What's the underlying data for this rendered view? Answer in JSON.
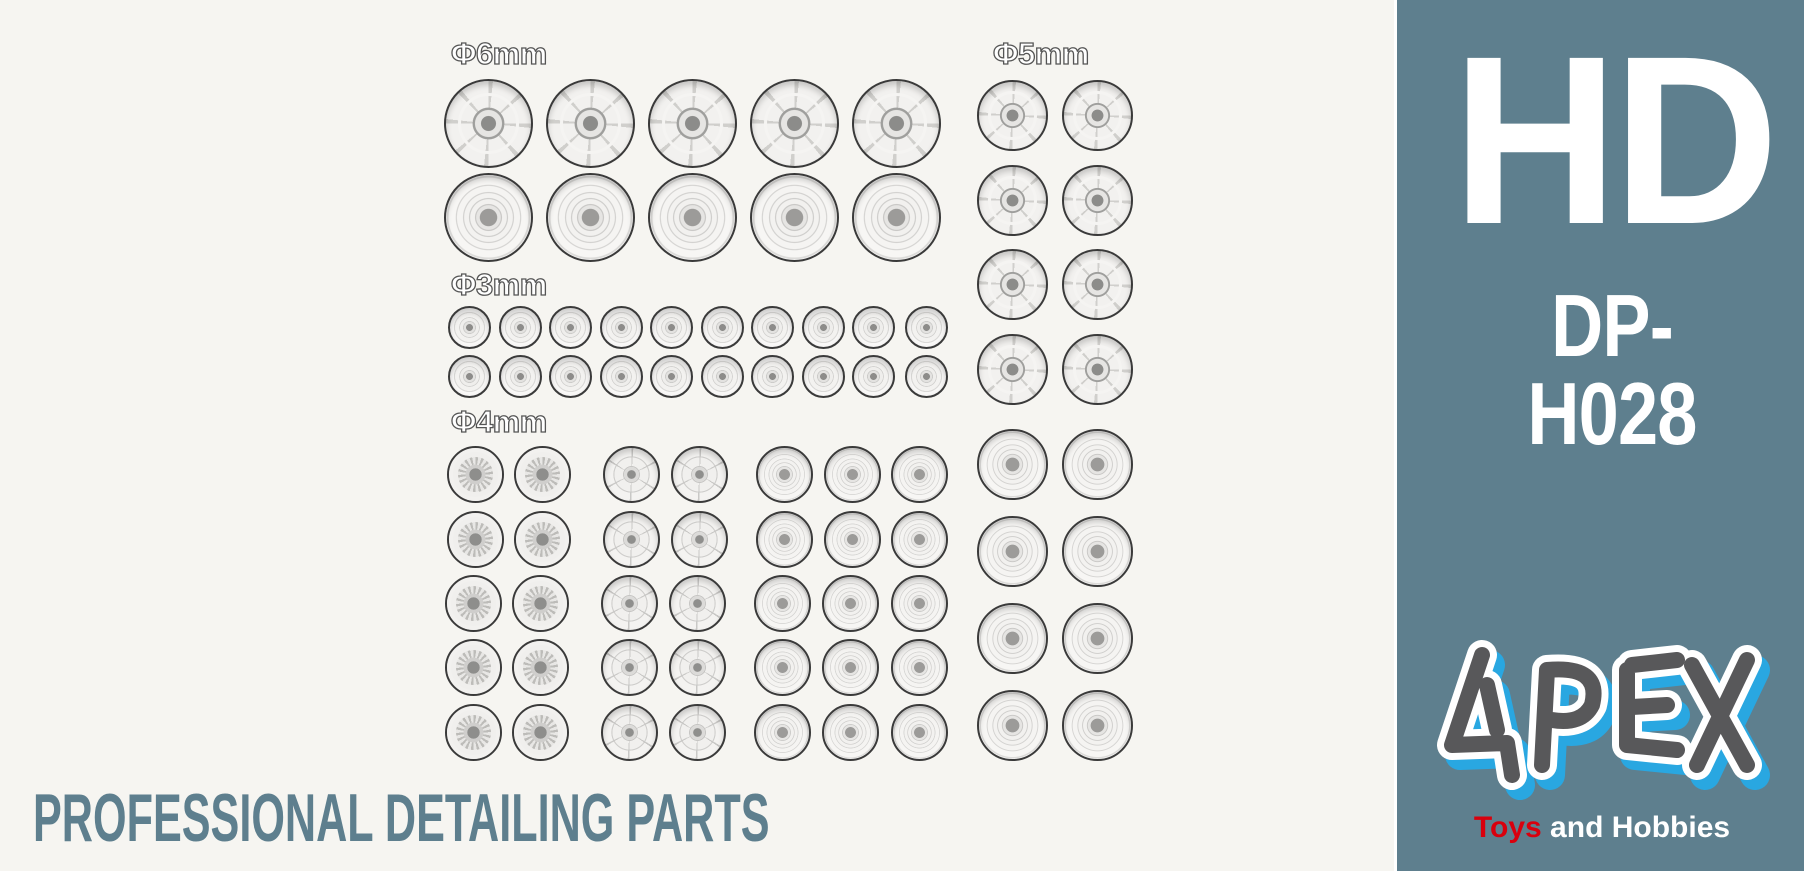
{
  "banner": {
    "headline": "PROFESSIONAL DETAILING PARTS",
    "colors": {
      "background": "#f6f5f1",
      "panel": "#5e7f8e",
      "headline": "#5e7f8e",
      "accent_red": "#d9000d",
      "logo_blue": "#29a7e1",
      "logo_gray": "#58585a"
    }
  },
  "side_panel": {
    "series": "HD",
    "product_code": "DP-H028",
    "logo": {
      "name": "APEX",
      "tagline_red": "Toys",
      "tagline_rest": " and Hobbies"
    }
  },
  "product": {
    "groups": [
      {
        "label": "Φ6mm",
        "rows": 2,
        "cols": 5,
        "styles": [
          "spoke",
          "ring"
        ]
      },
      {
        "label": "Φ5mm",
        "rows": 8,
        "cols": 2,
        "styles": [
          "spoke16",
          "ring"
        ]
      },
      {
        "label": "Φ3mm",
        "rows": 2,
        "cols": 10,
        "styles": [
          "small"
        ]
      },
      {
        "label": "Φ4mm",
        "rows": 5,
        "cols": 7,
        "styles": [
          "gear",
          "cap",
          "ring"
        ]
      }
    ]
  }
}
